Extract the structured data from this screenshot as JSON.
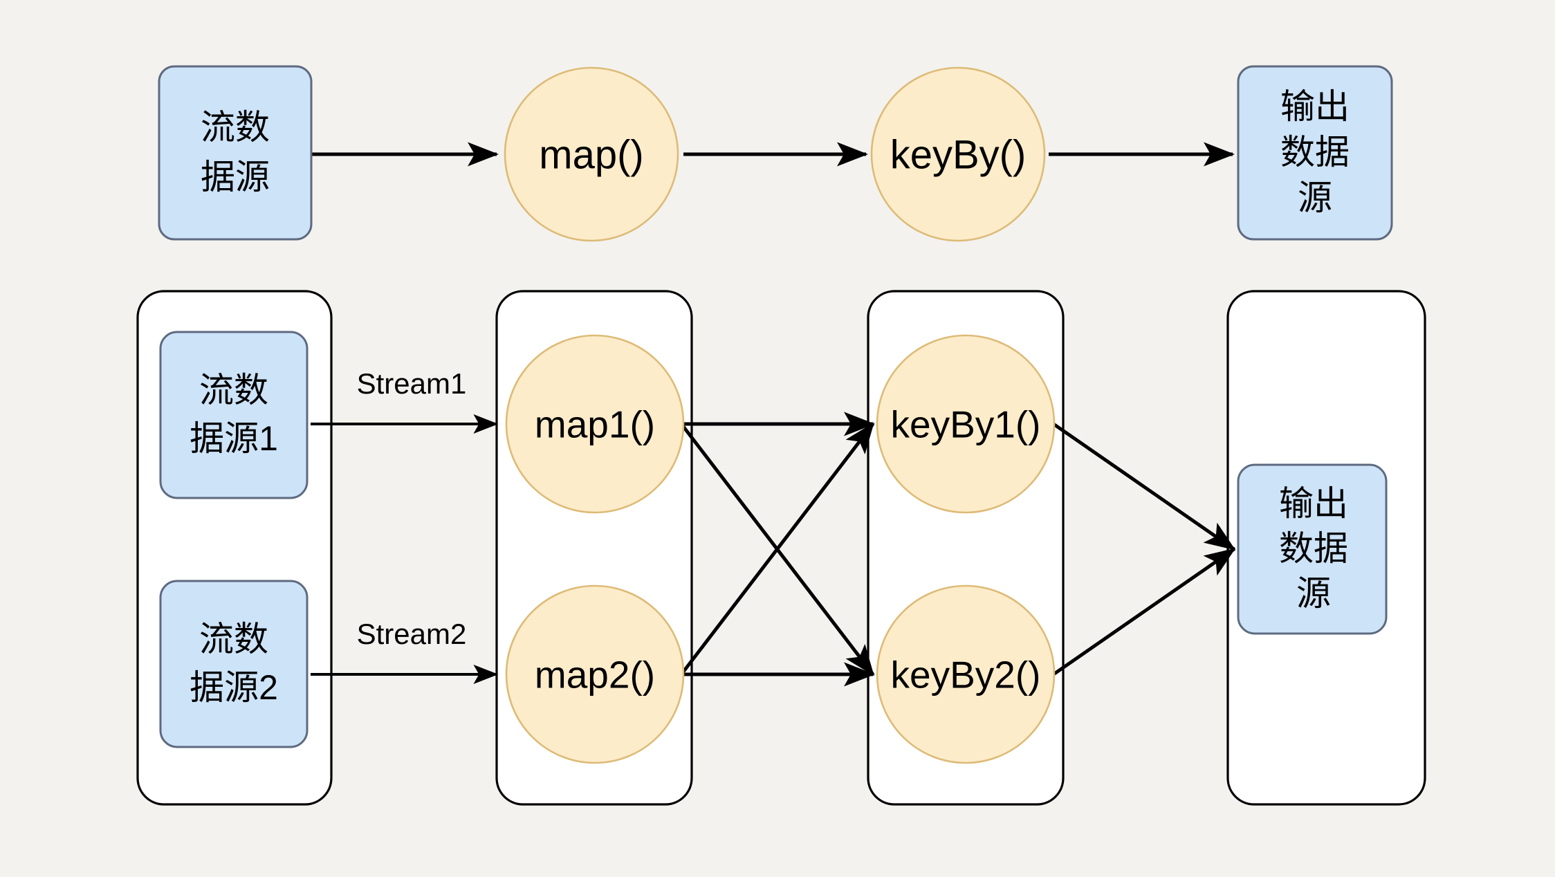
{
  "diagram": {
    "title": "Flink stream parallelism diagram",
    "background_color": "#f3f2ee",
    "colors": {
      "source_box_fill": "#cde3f8",
      "source_box_stroke": "#5e6a80",
      "operator_circle_fill": "#fdecca",
      "operator_circle_stroke": "#ddbb77",
      "group_box_fill": "#ffffff",
      "group_box_stroke": "#000000",
      "edge_color": "#000000",
      "text_color": "#000000"
    },
    "rows": [
      {
        "id": "logical-row",
        "name": "logical-dataflow-row",
        "nodes": [
          {
            "id": "row1-source",
            "shape": "rounded-rect",
            "lines": [
              "流数",
              "据源"
            ]
          },
          {
            "id": "row1-map",
            "shape": "circle",
            "label": "map()"
          },
          {
            "id": "row1-keyby",
            "shape": "circle",
            "label": "keyBy()"
          },
          {
            "id": "row1-sink",
            "shape": "rounded-rect",
            "lines": [
              "输出",
              "数据",
              "源"
            ]
          }
        ],
        "edges": [
          {
            "from": "row1-source",
            "to": "row1-map",
            "label": ""
          },
          {
            "from": "row1-map",
            "to": "row1-keyby",
            "label": ""
          },
          {
            "from": "row1-keyby",
            "to": "row1-sink",
            "label": ""
          }
        ]
      },
      {
        "id": "parallel-row",
        "name": "parallel-dataflow-row",
        "groups": [
          {
            "id": "group-sources",
            "name": "source-group",
            "nodes": [
              {
                "id": "src1",
                "shape": "rounded-rect",
                "lines": [
                  "流数",
                  "据源1"
                ]
              },
              {
                "id": "src2",
                "shape": "rounded-rect",
                "lines": [
                  "流数",
                  "据源2"
                ]
              }
            ]
          },
          {
            "id": "group-maps",
            "name": "map-group",
            "nodes": [
              {
                "id": "map1",
                "shape": "circle",
                "label": "map1()"
              },
              {
                "id": "map2",
                "shape": "circle",
                "label": "map2()"
              }
            ]
          },
          {
            "id": "group-keybys",
            "name": "keyby-group",
            "nodes": [
              {
                "id": "keyby1",
                "shape": "circle",
                "label": "keyBy1()"
              },
              {
                "id": "keyby2",
                "shape": "circle",
                "label": "keyBy2()"
              }
            ]
          },
          {
            "id": "group-sink",
            "name": "sink-group",
            "nodes": [
              {
                "id": "sink",
                "shape": "rounded-rect",
                "lines": [
                  "输出",
                  "数据",
                  "源"
                ]
              }
            ]
          }
        ],
        "edges": [
          {
            "from": "src1",
            "to": "map1",
            "label": "Stream1"
          },
          {
            "from": "src2",
            "to": "map2",
            "label": "Stream2"
          },
          {
            "from": "map1",
            "to": "keyby1",
            "label": ""
          },
          {
            "from": "map1",
            "to": "keyby2",
            "label": ""
          },
          {
            "from": "map2",
            "to": "keyby1",
            "label": ""
          },
          {
            "from": "map2",
            "to": "keyby2",
            "label": ""
          },
          {
            "from": "keyby1",
            "to": "sink",
            "label": ""
          },
          {
            "from": "keyby2",
            "to": "sink",
            "label": ""
          }
        ]
      }
    ]
  },
  "labels": {
    "row1_source_l1": "流数",
    "row1_source_l2": "据源",
    "row1_map": "map()",
    "row1_keyby": "keyBy()",
    "row1_sink_l1": "输出",
    "row1_sink_l2": "数据",
    "row1_sink_l3": "源",
    "src1_l1": "流数",
    "src1_l2": "据源1",
    "src2_l1": "流数",
    "src2_l2": "据源2",
    "map1": "map1()",
    "map2": "map2()",
    "keyby1": "keyBy1()",
    "keyby2": "keyBy2()",
    "sink_l1": "输出",
    "sink_l2": "数据",
    "sink_l3": "源",
    "stream1": "Stream1",
    "stream2": "Stream2"
  }
}
